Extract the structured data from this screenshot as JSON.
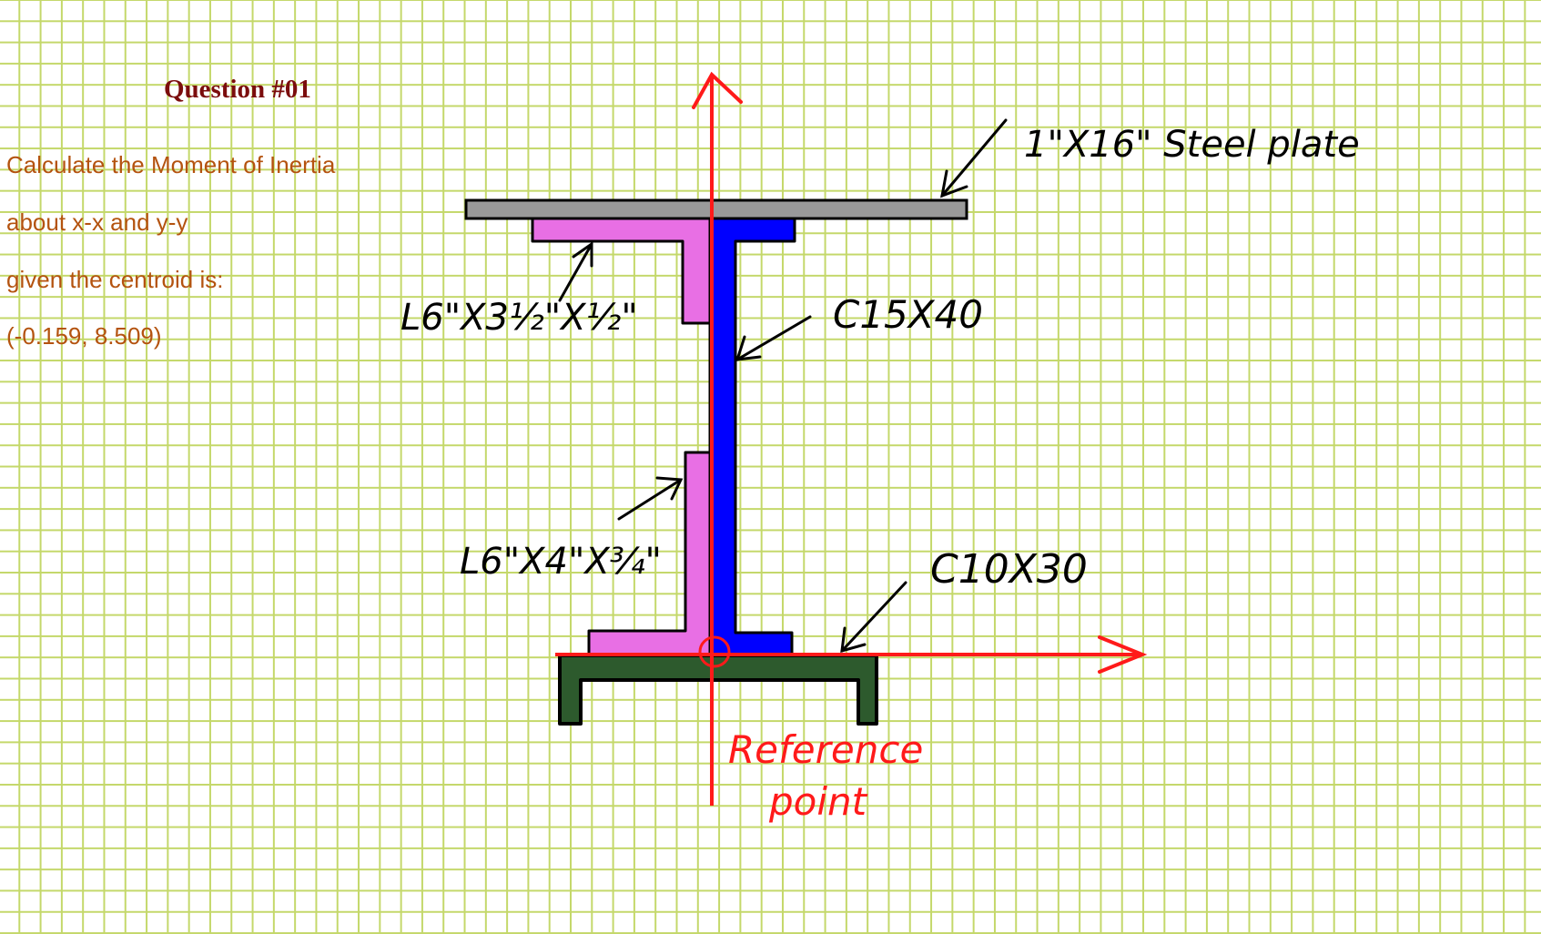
{
  "question": {
    "title": "Question #01",
    "lines": [
      "Calculate the Moment of Inertia",
      "about x-x and y-y",
      "given the centroid is:",
      "(-0.159, 8.509)"
    ]
  },
  "labels": {
    "plate": "1\"X16\" Steel plate",
    "angle_top": "L6\"X3½\"X½\"",
    "channel_web": "C15X40",
    "angle_bottom": "L6\"X4\"X¾\"",
    "channel_bottom": "C10X30",
    "reference_line1": "Reference",
    "reference_line2": "point"
  },
  "colors": {
    "grid": "#c4d86a",
    "plate": "#9a9a9a",
    "angle": "#e86fe4",
    "channel_c15": "#0000ff",
    "channel_c10": "#2d5a2d",
    "axis": "#ff1a1a",
    "title": "#7b0d0d",
    "text": "#b4530f"
  }
}
